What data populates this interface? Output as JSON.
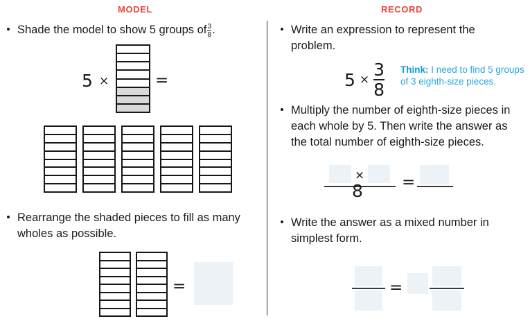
{
  "headers": {
    "model": "MODEL",
    "record": "RECORD"
  },
  "model_column": {
    "bullet_1": {
      "text_before": "Shade the model to show 5 groups of",
      "fraction_numerator": "3",
      "fraction_denominator": "8",
      "text_after": "."
    },
    "expression_1": {
      "multiplier": "5",
      "times_symbol": "×",
      "equals_symbol": "=",
      "bar_total_cells": 8,
      "bar_shaded_cells": 3
    },
    "bar_row": {
      "count": 5,
      "cells_each": 8,
      "shaded_each": 0
    },
    "bullet_2": {
      "text": "Rearrange the shaded pieces to fill as many wholes as possible."
    },
    "expression_2": {
      "equals_symbol": "=",
      "bar_count": 2,
      "cells_each": 8,
      "answer_blank": true
    }
  },
  "record_column": {
    "bullet_1": {
      "text": "Write an expression to represent the problem."
    },
    "expression": {
      "multiplier": "5",
      "times_symbol": "×",
      "numerator": "3",
      "denominator": "8"
    },
    "think_note": {
      "lead": "Think:",
      "body": "I need to find 5 groups of 3 eighth-size pieces."
    },
    "bullet_2": {
      "text": "Multiply the number of eighth-size pieces in each whole by 5. Then write the answer as the total number of eighth-size pieces."
    },
    "expression_2": {
      "times_symbol": "×",
      "denominator": "8",
      "equals_symbol": "=",
      "blanks": 3
    },
    "bullet_3": {
      "text": "Write the answer as a mixed number in simplest form."
    },
    "expression_3": {
      "equals_symbol": "=",
      "blanks": 5
    }
  },
  "colors": {
    "header_red": "#e8453c",
    "think_blue": "#29a8dd",
    "shade_gray": "#d9d9d9",
    "blank_fill": "#e6edf1",
    "ink": "#1a1a1a"
  }
}
